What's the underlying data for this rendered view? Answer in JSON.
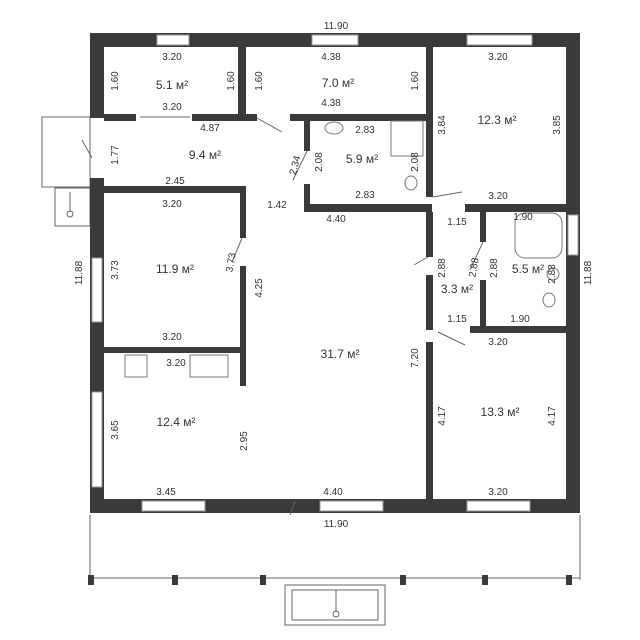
{
  "title": "Floor plan",
  "rooms": [
    {
      "id": "storage-top-left",
      "area": "5.1 м²"
    },
    {
      "id": "room-top-middle",
      "area": "7.0 м²"
    },
    {
      "id": "hall",
      "area": "9.4 м²"
    },
    {
      "id": "bathroom-1",
      "area": "5.9 м²"
    },
    {
      "id": "bedroom-top-right",
      "area": "12.3 м²"
    },
    {
      "id": "bedroom-left",
      "area": "11.9 м²"
    },
    {
      "id": "corridor-small",
      "area": "3.3 м²"
    },
    {
      "id": "bathroom-2",
      "area": "5.5 м²"
    },
    {
      "id": "living-room",
      "area": "31.7 м²"
    },
    {
      "id": "kitchen",
      "area": "12.4 м²"
    },
    {
      "id": "bedroom-bottom-right",
      "area": "13.3 м²"
    }
  ],
  "dims": {
    "total_width_top": "11.90",
    "total_width_bottom": "11.90",
    "total_height_left": "11.88",
    "total_height_right": "11.88",
    "d320": "3.20",
    "d438": "4.38",
    "d160": "1.60",
    "d487": "4.87",
    "d177": "1.77",
    "d245": "2.45",
    "d283": "2.83",
    "d208": "2.08",
    "d234": "2.34",
    "d142": "1.42",
    "d440": "4.40",
    "d384": "3.84",
    "d385": "3.85",
    "d115": "1.15",
    "d190": "1.90",
    "d288": "2.88",
    "d373": "3.73",
    "d425": "4.25",
    "d720": "7.20",
    "d365": "3.65",
    "d295": "2.95",
    "d345": "3.45",
    "d417": "4.17"
  }
}
